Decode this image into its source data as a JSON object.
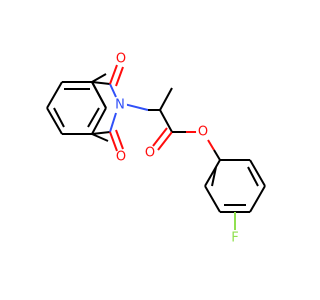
{
  "molecule": {
    "atoms": {
      "o_top": {
        "symbol": "O",
        "color": "#ff0d0d"
      },
      "o_bottom": {
        "symbol": "O",
        "color": "#ff0d0d"
      },
      "n_imide": {
        "symbol": "N",
        "color": "#3050f8"
      },
      "o_carbonyl": {
        "symbol": "O",
        "color": "#ff0d0d"
      },
      "o_ester": {
        "symbol": "O",
        "color": "#ff0d0d"
      },
      "f_para": {
        "symbol": "F",
        "color": "#90e050"
      }
    }
  }
}
